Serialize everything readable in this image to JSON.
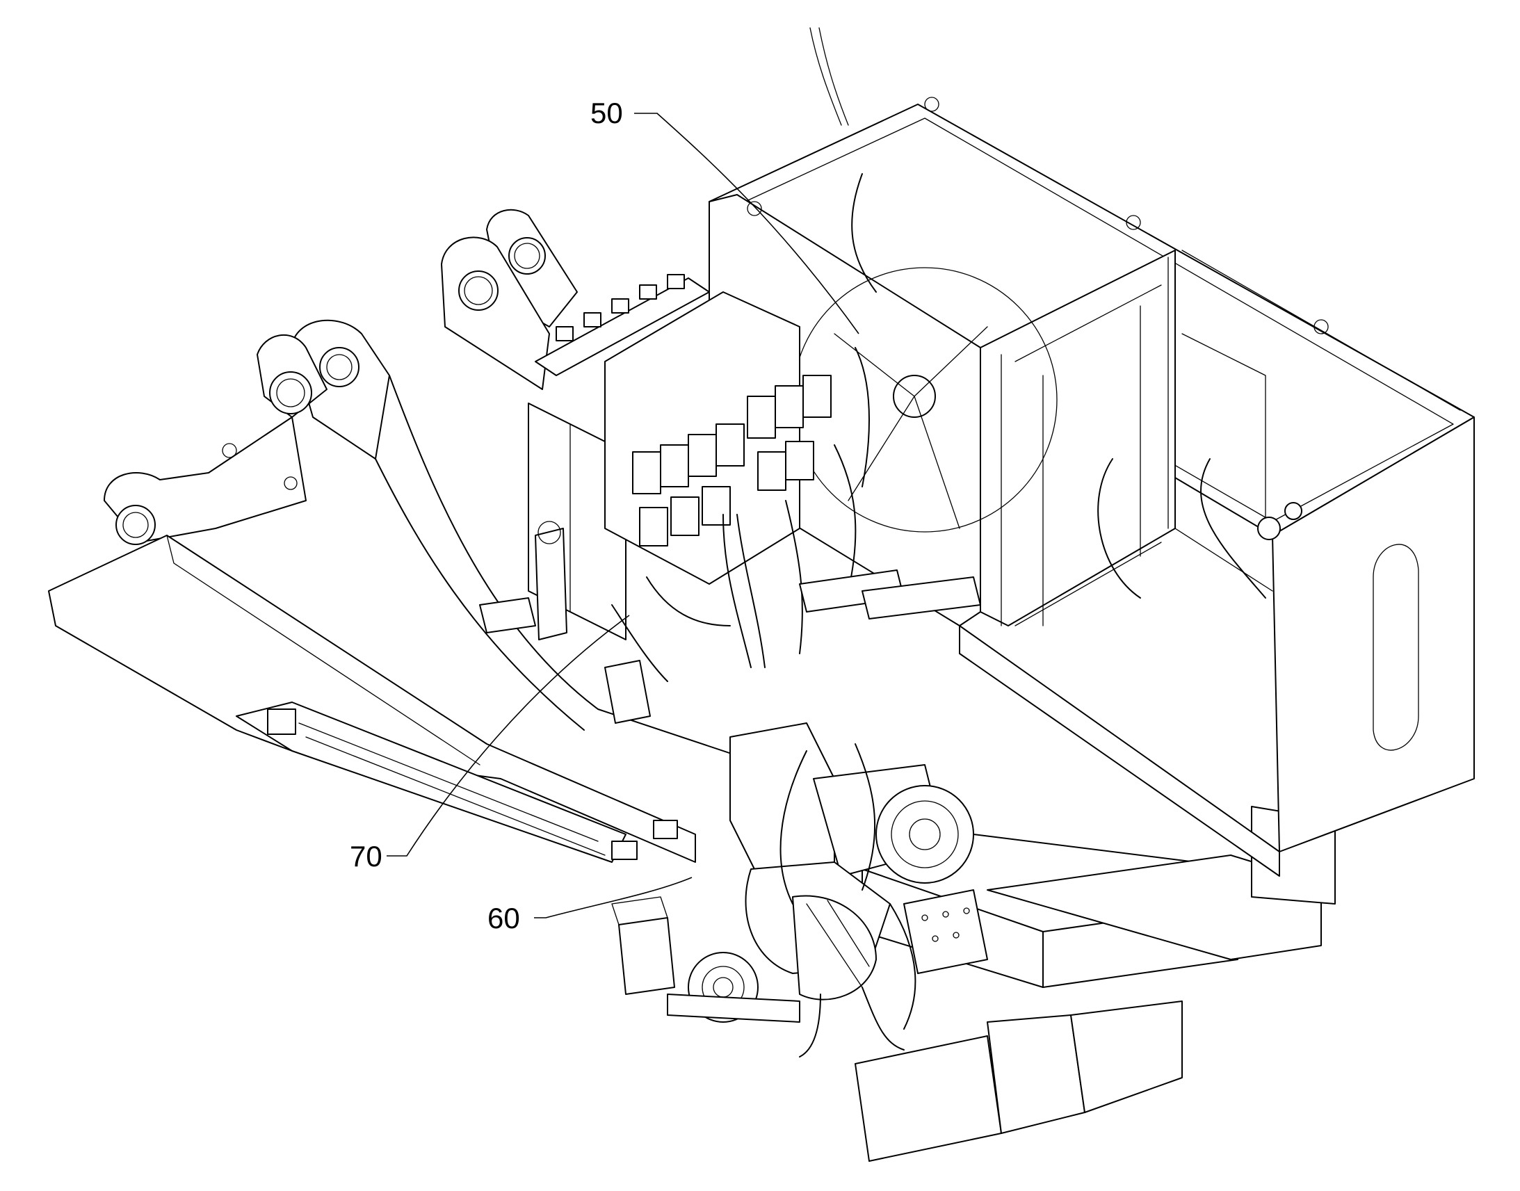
{
  "figure": {
    "reference_numerals": [
      {
        "id": "ref-50",
        "label": "50"
      },
      {
        "id": "ref-60",
        "label": "60"
      },
      {
        "id": "ref-70",
        "label": "70"
      }
    ]
  }
}
